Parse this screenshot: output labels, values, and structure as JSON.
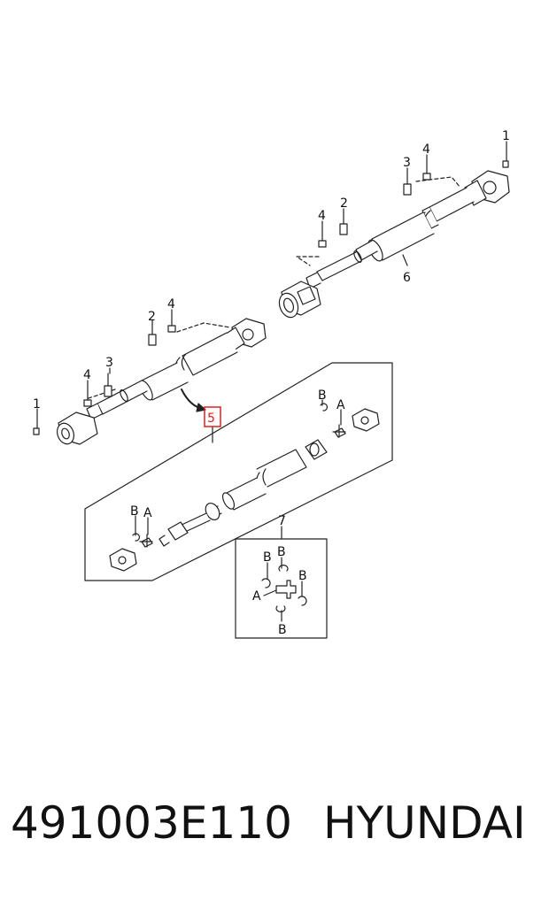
{
  "diagram": {
    "callouts": {
      "top_assembly": [
        "1",
        "3",
        "4",
        "4",
        "2",
        "6"
      ],
      "middle_assembly": [
        "2",
        "4",
        "4",
        "3",
        "1"
      ],
      "highlighted": "5",
      "exploded": [
        "B",
        "A",
        "B",
        "A"
      ],
      "detail_box": [
        "7",
        "B",
        "B",
        "B",
        "A",
        "B"
      ]
    },
    "highlight_color": "#e02020"
  },
  "caption": {
    "part_number": "491003E110",
    "brand": "HYUNDAI"
  }
}
